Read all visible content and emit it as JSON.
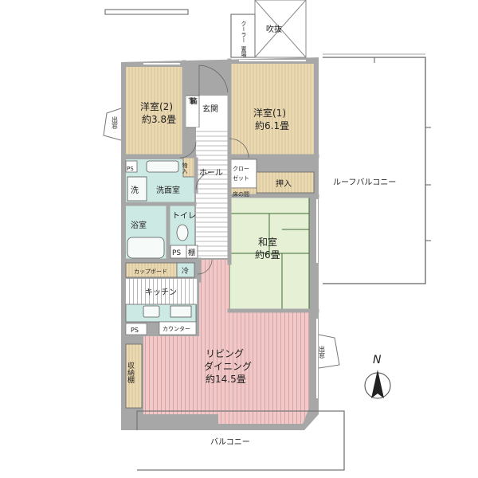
{
  "rooms": {
    "western_room_2": {
      "name": "洋室(2)",
      "size": "約3.8畳"
    },
    "western_room_1": {
      "name": "洋室(1)",
      "size": "約6.1畳"
    },
    "japanese_room": {
      "name": "和室",
      "size": "約6畳"
    },
    "living_dining": {
      "name_line1": "リビング",
      "name_line2": "ダイニング",
      "size": "約14.5畳"
    }
  },
  "labels": {
    "fukinuke": "吹抜",
    "cooler_top": "クーラー",
    "cooler_bottom": "置場",
    "genkan": "玄関",
    "getabako": "下駄箱",
    "hall": "ホール",
    "closet_top": "クロー",
    "closet_bottom": "ゼット",
    "oshiire": "押入",
    "tokonoma": "床の間",
    "roof_balcony": "ルーフバルコニー",
    "ps1": "PS",
    "ps2": "PS",
    "ps3": "PS",
    "monoire": "物入",
    "wash_short": "洗",
    "senmenshitsu": "洗面室",
    "yokushitsu": "浴室",
    "toilet": "トイレ",
    "tana": "棚",
    "cupboard": "カップボード",
    "rei": "冷",
    "kitchen": "キッチン",
    "counter": "カウンター",
    "storage_shelf": "収納棚",
    "balcony": "バルコニー",
    "demado_left": "出窓",
    "demado_right": "出窓",
    "north": "N"
  },
  "colors": {
    "wall": "#a7a7a7",
    "wood_floor": "#ead9b2",
    "wood_line": "#d2bd8e",
    "tatami": "#e5f0d4",
    "tatami_line": "#3f6b3a",
    "living_floor": "#f0c9c8",
    "living_line": "#d39a99",
    "wet_area": "#cde9e4",
    "hall_line": "#9a9a9a"
  }
}
